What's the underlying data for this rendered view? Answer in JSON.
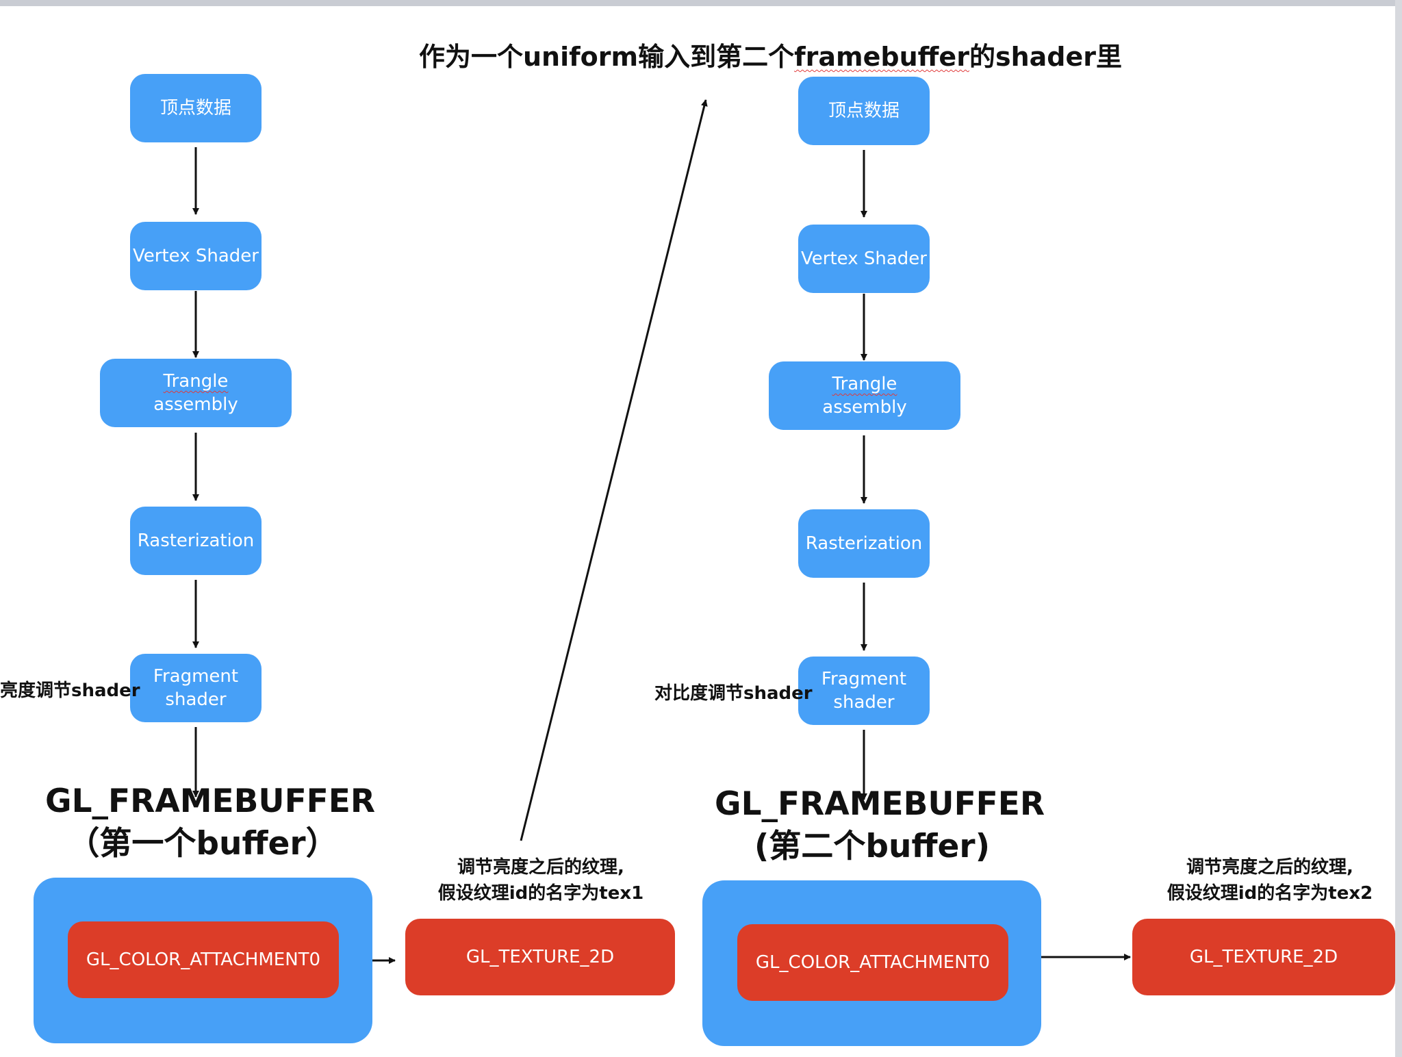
{
  "title": {
    "before": "作为一个uniform输入到第二个",
    "underlined": "framebuffer",
    "after": "的shader里"
  },
  "pipeline_left": {
    "vertex_data": "顶点数据",
    "vertex_shader": "Vertex Shader",
    "triangle_word": "Trangle",
    "triangle_rest": " assembly",
    "rasterization": "Rasterization",
    "fragment_line1": "Fragment",
    "fragment_line2": "shader",
    "side_label": "亮度调节shader",
    "fb_title_line1": "GL_FRAMEBUFFER",
    "fb_title_line2": "（第一个buffer）",
    "attachment": "GL_COLOR_ATTACHMENT0",
    "texture": "GL_TEXTURE_2D",
    "note_line1": "调节亮度之后的纹理,",
    "note_line2": "假设纹理id的名字为tex1"
  },
  "pipeline_right": {
    "vertex_data": "顶点数据",
    "vertex_shader": "Vertex Shader",
    "triangle_word": "Trangle",
    "triangle_rest": " assembly",
    "rasterization": "Rasterization",
    "fragment_line1": "Fragment",
    "fragment_line2": "shader",
    "side_label": "对比度调节shader",
    "fb_title_line1": "GL_FRAMEBUFFER",
    "fb_title_line2": "(第二个buffer)",
    "attachment": "GL_COLOR_ATTACHMENT0",
    "texture": "GL_TEXTURE_2D",
    "note_line1": "调节亮度之后的纹理,",
    "note_line2": "假设纹理id的名字为tex2"
  },
  "colors": {
    "node_blue": "#47a0f7",
    "texture_red": "#dc3d28",
    "arrow": "#111111",
    "spellcheck_underline": "#e03a3a"
  }
}
